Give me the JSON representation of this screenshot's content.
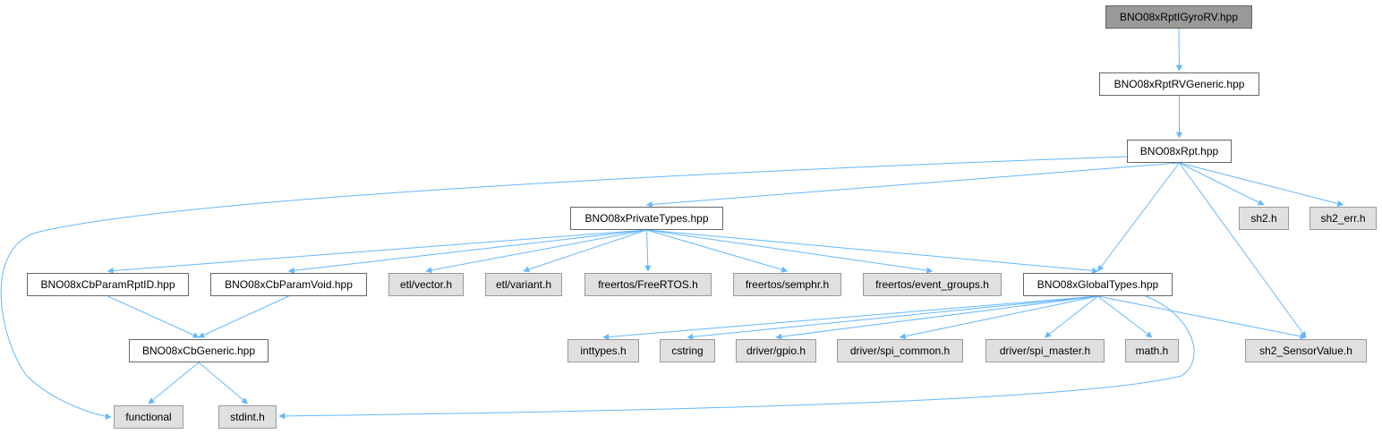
{
  "colors": {
    "edge": "#63b8ff",
    "system_fill": "#e0e0e0",
    "root_fill": "#999999",
    "node_border": "#666666"
  },
  "nodes": {
    "rptgyro": "BNO08xRptIGyroRV.hpp",
    "rvgeneric": "BNO08xRptRVGeneric.hpp",
    "rpt": "BNO08xRpt.hpp",
    "private": "BNO08xPrivateTypes.hpp",
    "sh2": "sh2.h",
    "sh2err": "sh2_err.h",
    "cbrptid": "BNO08xCbParamRptID.hpp",
    "cbvoid": "BNO08xCbParamVoid.hpp",
    "etlvector": "etl/vector.h",
    "etlvariant": "etl/variant.h",
    "freertos": "freertos/FreeRTOS.h",
    "semphr": "freertos/semphr.h",
    "eventgroups": "freertos/event_groups.h",
    "globaltypes": "BNO08xGlobalTypes.hpp",
    "cbgeneric": "BNO08xCbGeneric.hpp",
    "inttypes": "inttypes.h",
    "cstring": "cstring",
    "gpio": "driver/gpio.h",
    "spicommon": "driver/spi_common.h",
    "spimaster": "driver/spi_master.h",
    "math": "math.h",
    "sensorvalue": "sh2_SensorValue.h",
    "functional": "functional",
    "stdint": "stdint.h"
  },
  "edges": [
    [
      "rptgyro",
      "rvgeneric"
    ],
    [
      "rvgeneric",
      "rpt"
    ],
    [
      "rpt",
      "functional"
    ],
    [
      "rpt",
      "private"
    ],
    [
      "rpt",
      "globaltypes"
    ],
    [
      "rpt",
      "sh2"
    ],
    [
      "rpt",
      "sh2err"
    ],
    [
      "rpt",
      "sensorvalue"
    ],
    [
      "private",
      "cbrptid"
    ],
    [
      "private",
      "cbvoid"
    ],
    [
      "private",
      "etlvector"
    ],
    [
      "private",
      "etlvariant"
    ],
    [
      "private",
      "freertos"
    ],
    [
      "private",
      "semphr"
    ],
    [
      "private",
      "eventgroups"
    ],
    [
      "private",
      "globaltypes"
    ],
    [
      "cbrptid",
      "cbgeneric"
    ],
    [
      "cbvoid",
      "cbgeneric"
    ],
    [
      "cbgeneric",
      "functional"
    ],
    [
      "cbgeneric",
      "stdint"
    ],
    [
      "globaltypes",
      "inttypes"
    ],
    [
      "globaltypes",
      "cstring"
    ],
    [
      "globaltypes",
      "gpio"
    ],
    [
      "globaltypes",
      "spicommon"
    ],
    [
      "globaltypes",
      "spimaster"
    ],
    [
      "globaltypes",
      "math"
    ],
    [
      "globaltypes",
      "sensorvalue"
    ],
    [
      "globaltypes",
      "stdint"
    ]
  ]
}
